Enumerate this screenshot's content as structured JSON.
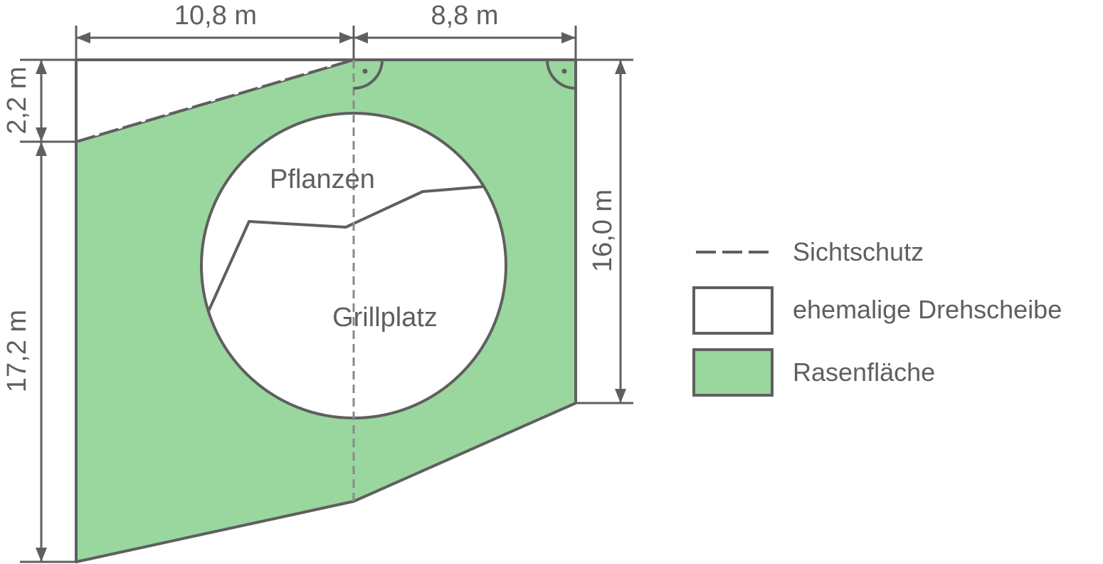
{
  "colors": {
    "stroke": "#5f5f5f",
    "lawn": "#9ad79e",
    "background": "#ffffff",
    "text": "#5f5f5f",
    "center_line": "#8a8a8a"
  },
  "dimensions": {
    "width_left": "10,8 m",
    "width_right": "8,8 m",
    "height_top_left": "2,2 m",
    "height_left": "17,2 m",
    "height_right": "16,0 m"
  },
  "labels": {
    "plants": "Pflanzen",
    "grill": "Grillplatz"
  },
  "legend": [
    {
      "label": "Sichtschutz",
      "symbol": "dashed-line"
    },
    {
      "label": "ehemalige Drehscheibe",
      "symbol": "white-box"
    },
    {
      "label": "Rasenfläche",
      "symbol": "green-box"
    }
  ],
  "icons": [
    "right-angle-marker",
    "arrowhead"
  ]
}
